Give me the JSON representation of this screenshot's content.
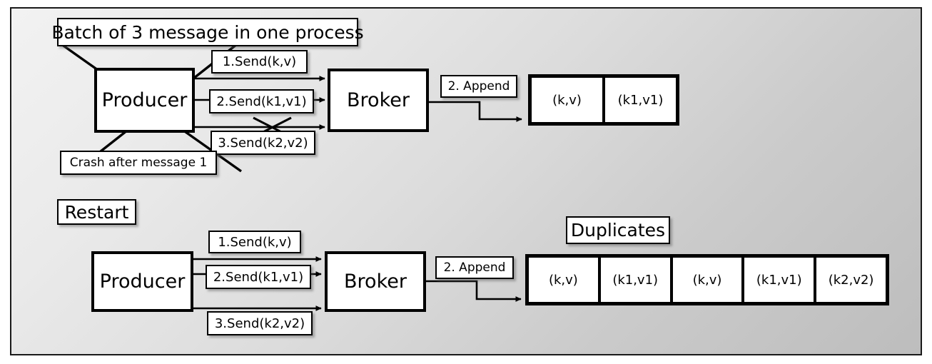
{
  "diagram": {
    "title_note": "Batch of 3 message in one process",
    "restart_note": "Restart",
    "duplicates_note": "Duplicates",
    "crash_note": "Crash after message 1",
    "background_from": "#f2f2f2",
    "background_to": "#bdbdbd",
    "stroke_color": "#000000"
  },
  "top_scenario": {
    "producer_label": "Producer",
    "broker_label": "Broker",
    "append_label": "2. Append",
    "messages": [
      {
        "label": "1.Send(k,v)",
        "delivered": true
      },
      {
        "label": "2.Send(k1,v1)",
        "delivered": true
      },
      {
        "label": "3.Send(k2,v2)",
        "delivered": false
      }
    ],
    "log_cells": [
      {
        "value": "(k,v)"
      },
      {
        "value": "(k1,v1)"
      }
    ]
  },
  "bottom_scenario": {
    "producer_label": "Producer",
    "broker_label": "Broker",
    "append_label": "2. Append",
    "messages": [
      {
        "label": "1.Send(k,v)",
        "delivered": true
      },
      {
        "label": "2.Send(k1,v1)",
        "delivered": true
      },
      {
        "label": "3.Send(k2,v2)",
        "delivered": true
      }
    ],
    "log_cells": [
      {
        "value": "(k,v)"
      },
      {
        "value": "(k1,v1)"
      },
      {
        "value": "(k,v)"
      },
      {
        "value": "(k1,v1)"
      },
      {
        "value": "(k2,v2)"
      }
    ]
  }
}
